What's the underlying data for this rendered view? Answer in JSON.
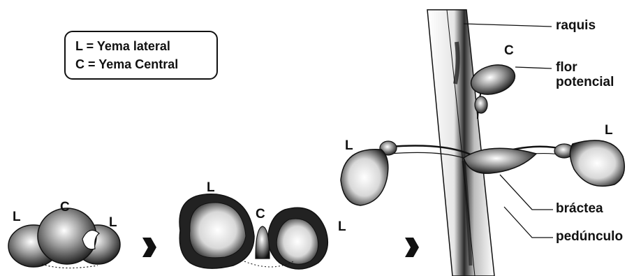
{
  "legend": {
    "line1": "L = Yema lateral",
    "line2": "C = Yema Central"
  },
  "stage1": {
    "left_label": "L",
    "center_label": "C",
    "right_label": "L"
  },
  "stage2": {
    "left_label": "L",
    "center_label": "C",
    "right_label": "L"
  },
  "stage3": {
    "center_label": "C",
    "left_label": "L",
    "right_label": "L"
  },
  "callouts": {
    "raquis": "raquis",
    "flor_line1": "flor",
    "flor_line2": "potencial",
    "bractea": "bráctea",
    "peduncle": "pedúnculo"
  },
  "colors": {
    "ink": "#111111",
    "background": "#ffffff"
  }
}
